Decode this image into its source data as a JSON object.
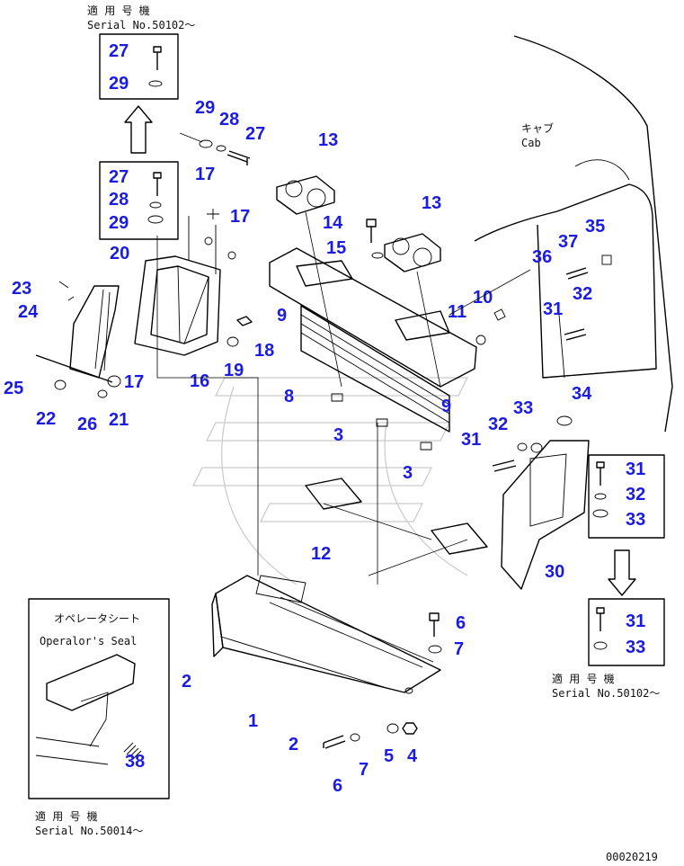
{
  "callouts": {
    "c1": "1",
    "c2a": "2",
    "c2b": "2",
    "c3a": "3",
    "c3b": "3",
    "c4": "4",
    "c5": "5",
    "c6a": "6",
    "c6b": "6",
    "c7a": "7",
    "c7b": "7",
    "c8": "8",
    "c9a": "9",
    "c9b": "9",
    "c10": "10",
    "c11": "11",
    "c12": "12",
    "c13a": "13",
    "c13b": "13",
    "c14": "14",
    "c15": "15",
    "c16": "16",
    "c17a": "17",
    "c17b": "17",
    "c17c": "17",
    "c18": "18",
    "c19": "19",
    "c20": "20",
    "c21": "21",
    "c22": "22",
    "c23": "23",
    "c24": "24",
    "c25": "25",
    "c26": "26",
    "c27a": "27",
    "c27b": "27",
    "c27c": "27",
    "c28a": "28",
    "c28b": "28",
    "c29a": "29",
    "c29b": "29",
    "c29c": "29",
    "c30": "30",
    "c31a": "31",
    "c31b": "31",
    "c31c": "31",
    "c31d": "31",
    "c32a": "32",
    "c32b": "32",
    "c32c": "32",
    "c33a": "33",
    "c33b": "33",
    "c33c": "33",
    "c34": "34",
    "c35": "35",
    "c36": "36",
    "c37": "37",
    "c38": "38"
  },
  "notes": {
    "top_left_jp": "適 用 号 機",
    "top_left_serial": "Serial No.50102～",
    "cab_jp": "キャブ",
    "cab_en": "Cab",
    "bottom_right_jp": "適 用 号 機",
    "bottom_right_serial": "Serial No.50102～",
    "operator_seat_jp": "オペレータシート",
    "operator_seat_en": "Operalor's Seal",
    "bottom_left_jp": "適 用 号 機",
    "bottom_left_serial": "Serial No.50014～",
    "drawing_number": "00020219"
  },
  "colors": {
    "callout": "#1c1ce0",
    "line": "#000000",
    "watermark": "#c9c9c9",
    "background": "#ffffff"
  }
}
